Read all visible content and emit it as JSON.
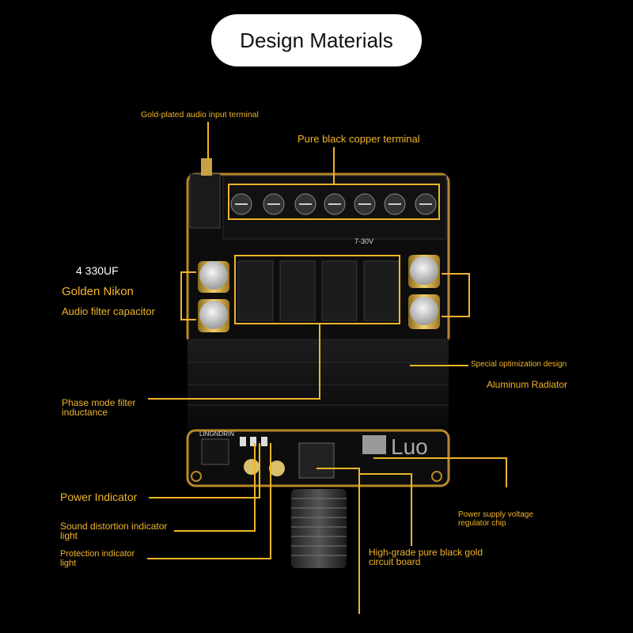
{
  "title": "Design Materials",
  "labels": {
    "audio_input": "Gold-plated audio input terminal",
    "copper_terminal": "Pure black copper terminal",
    "capacitor_line1": "4 330UF",
    "capacitor_line2": "Golden Nikon",
    "capacitor_line3": "Audio filter capacitor",
    "special_design": "Special optimization design",
    "aluminum": "Aluminum Radiator",
    "phase_filter_1": "Phase mode filter",
    "phase_filter_2": "inductance",
    "power_indicator": "Power Indicator",
    "distortion_1": "Sound distortion indicator",
    "distortion_2": "light",
    "protection_1": "Protection indicator",
    "protection_2": "light",
    "regulator_1": "Power supply voltage",
    "regulator_2": "regulator chip",
    "circuit_1": "High-grade pure black gold",
    "circuit_2": "circuit board"
  },
  "board_markings": {
    "voltage": "7-30V",
    "watermark": "Luo",
    "pins": "LINGNDRIN"
  },
  "colors": {
    "accent": "#f0b429",
    "background": "#000000",
    "pill": "#ffffff"
  }
}
